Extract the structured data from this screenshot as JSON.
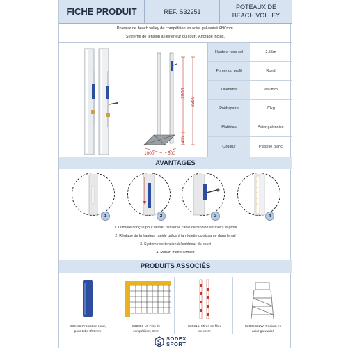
{
  "header": {
    "title": "FICHE PRODUIT",
    "ref": "REF. S32251",
    "name_line1": "POTEAUX DE",
    "name_line2": "BEACH VOLLEY"
  },
  "description": {
    "line1": "Poteaux de beach volley de compétition en acier galvanisé Ø90mm.",
    "line2": "Système de tension à l'extérieur du court. Ancrage inclus."
  },
  "diagram": {
    "dim_height": "2500",
    "dim_total": "2950",
    "dim_anchor": "400",
    "dim_base_w": "1000",
    "dim_base_d": "600"
  },
  "specs": [
    {
      "key": "Hauteur hors sol",
      "value": "2.55m"
    },
    {
      "key": "Forme du profil",
      "value": "Rond"
    },
    {
      "key": "Diamètre",
      "value": "Ø90mm"
    },
    {
      "key": "Poids/paire",
      "value": "70kg"
    },
    {
      "key": "Matériau",
      "value": "Acier galvanisé"
    },
    {
      "key": "Couleur",
      "value": "Plastifié blanc"
    }
  ],
  "avantages": {
    "title": "AVANTAGES",
    "badges": [
      "1",
      "2",
      "3",
      "4"
    ],
    "features": [
      "1. Lumière conçue pour laisser passer le cable de tension à travers le profil",
      "2. Réglage de la hauteur rapide grâce à la réglette coulissante dans le rail",
      "3. Système de tension à l'extérieur du court",
      "4. Ruban métré adhésif"
    ]
  },
  "produits": {
    "title": "PRODUITS ASSOCIÉS",
    "items": [
      {
        "caption1": "S30402.Protection rond,",
        "caption2": "pour tube Ø90mm"
      },
      {
        "caption1": "S32856-M. Filet de",
        "caption2": "compétition, 3mm"
      },
      {
        "caption1": "S30615. Mires en fibre",
        "caption2": "de verre"
      },
      {
        "caption1": "S30425EZW. Podium en",
        "caption2": "acier galvanisé"
      }
    ]
  },
  "logo": {
    "line1": "SODEX",
    "line2": "SPORT",
    "color": "#1f3a63"
  }
}
